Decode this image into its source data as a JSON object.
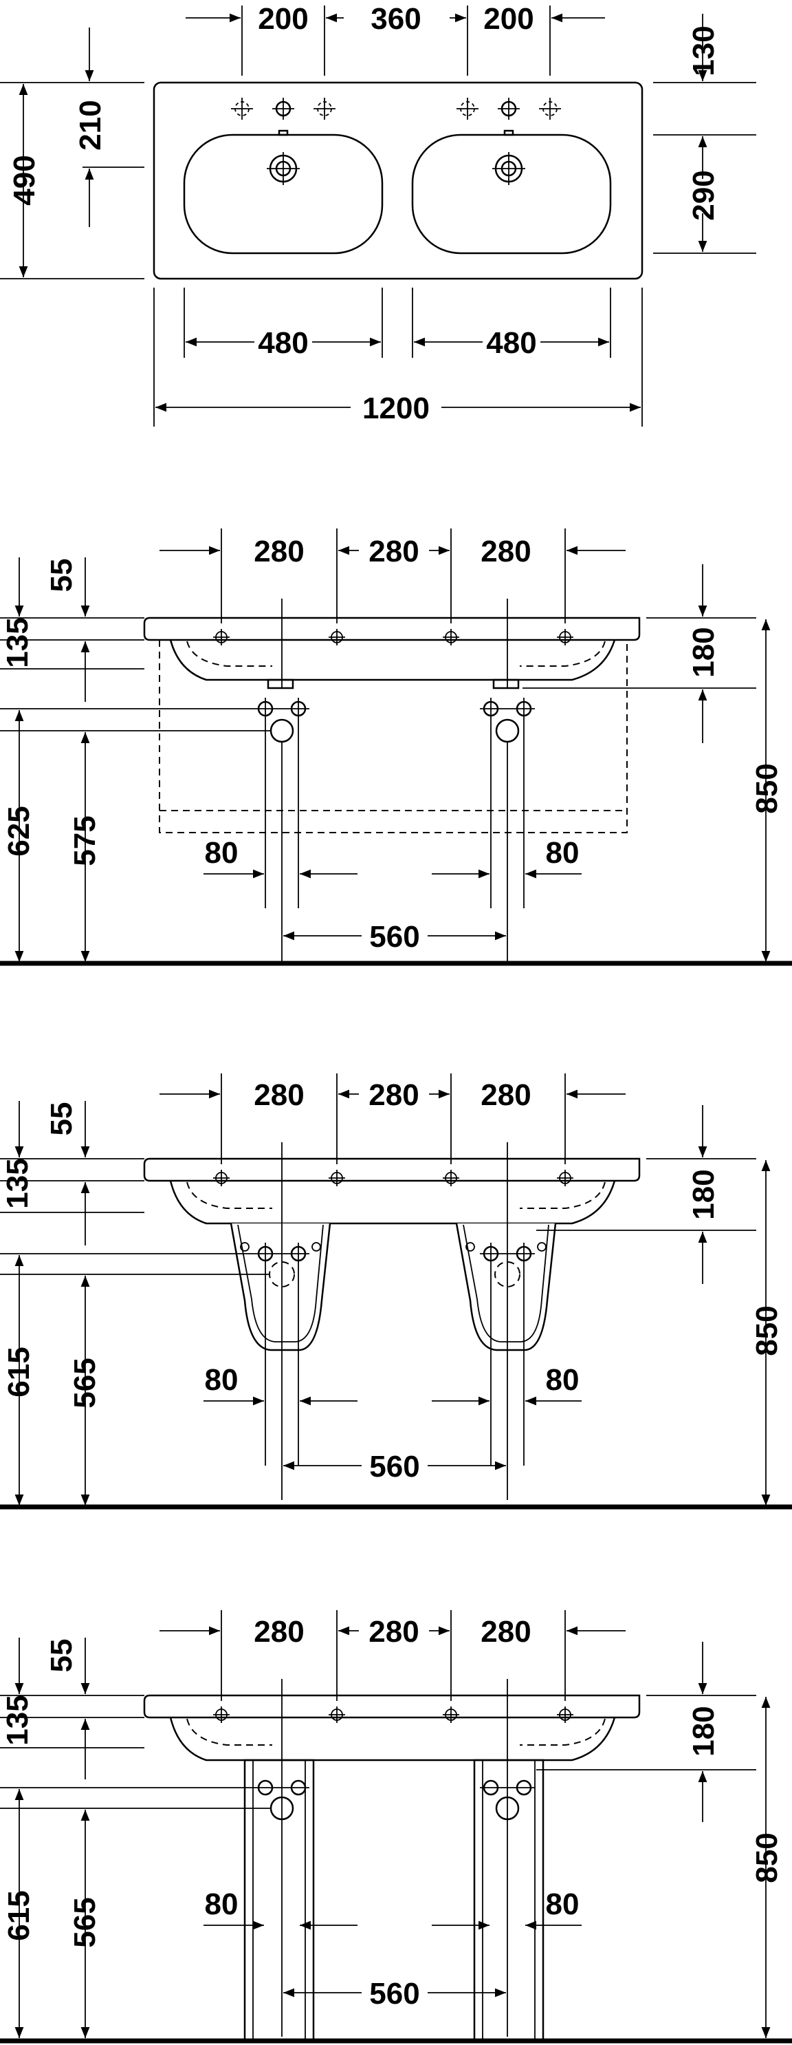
{
  "top_view": {
    "width_labels": [
      "200",
      "360",
      "200"
    ],
    "depth_total": "490",
    "depth_front": "210",
    "right_top": "130",
    "right_bowl": "290",
    "bowl_width_left": "480",
    "bowl_width_right": "480",
    "overall_width": "1200"
  },
  "elevation_a": {
    "spacing_labels": [
      "280",
      "280",
      "280"
    ],
    "top_gap": "55",
    "rim_height": "135",
    "left_outer": "625",
    "left_inner": "575",
    "right_depth": "180",
    "right_total": "850",
    "offset_left": "80",
    "offset_right": "80",
    "drain_spacing": "560"
  },
  "elevation_b": {
    "spacing_labels": [
      "280",
      "280",
      "280"
    ],
    "top_gap": "55",
    "rim_height": "135",
    "left_outer": "615",
    "left_inner": "565",
    "right_depth": "180",
    "right_total": "850",
    "offset_left": "80",
    "offset_right": "80",
    "drain_spacing": "560"
  },
  "elevation_c": {
    "spacing_labels": [
      "280",
      "280",
      "280"
    ],
    "top_gap": "55",
    "rim_height": "135",
    "left_outer": "615",
    "left_inner": "565",
    "right_depth": "180",
    "right_total": "850",
    "offset_left": "80",
    "offset_right": "80",
    "drain_spacing": "560"
  }
}
